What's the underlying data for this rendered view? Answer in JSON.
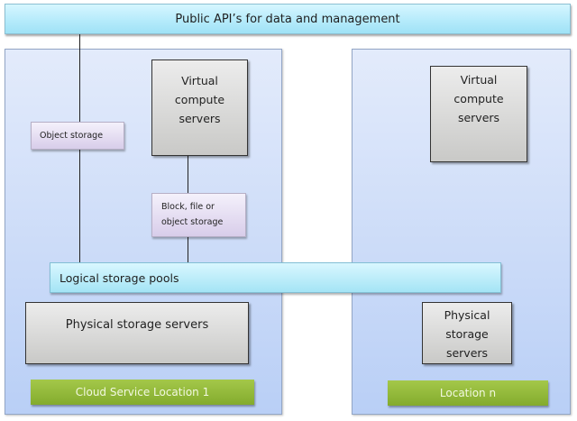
{
  "api_bar": {
    "label": "Public API’s for data and management"
  },
  "location_1": {
    "label": "Cloud Service Location 1",
    "object_storage": "Object storage",
    "virtual_compute": [
      "Virtual",
      "compute",
      "servers"
    ],
    "block_storage": [
      "Block, file or",
      "object storage"
    ],
    "physical_storage": "Physical storage servers"
  },
  "logical_pools": {
    "label": "Logical storage pools"
  },
  "location_n": {
    "label": "Location n",
    "virtual_compute": [
      "Virtual",
      "compute",
      "servers"
    ],
    "physical_storage": [
      "Physical",
      "storage",
      "servers"
    ]
  },
  "colors": {
    "api_bar": "#b6ebfb",
    "panel": "#c9d9f7",
    "server_box": "#d8d8d6",
    "storage_box": "#e4dcf0",
    "location_label": "#94bb3b"
  }
}
